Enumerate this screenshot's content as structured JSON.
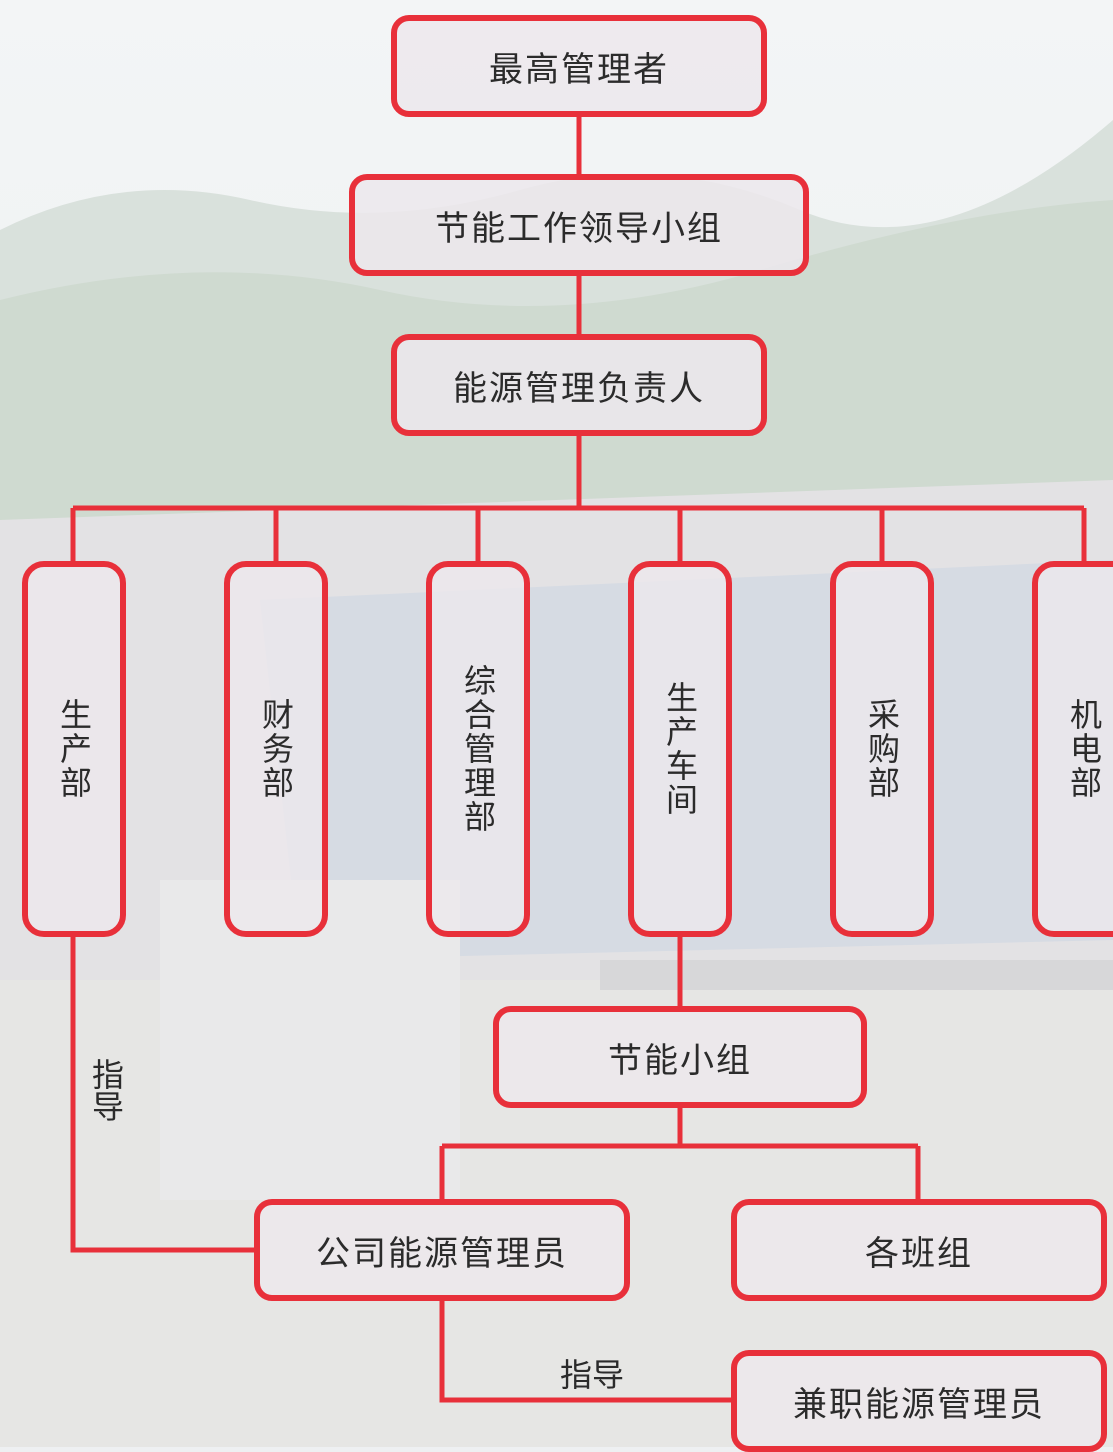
{
  "colors": {
    "accent": "#e8303a",
    "box_fill": "#ece8ec",
    "text": "#2b2b2b"
  },
  "top": "最高管理者",
  "leadership_group": "节能工作领导小组",
  "energy_lead": "能源管理负责人",
  "departments": [
    "生产部",
    "财务部",
    "综合管理部",
    "生产车间",
    "采购部",
    "机电部"
  ],
  "saving_group": "节能小组",
  "company_energy_admin": "公司能源管理员",
  "team_groups": "各班组",
  "part_time_admin": "兼职能源管理员",
  "guide_label_1": "指导",
  "guide_label_2": "指导"
}
